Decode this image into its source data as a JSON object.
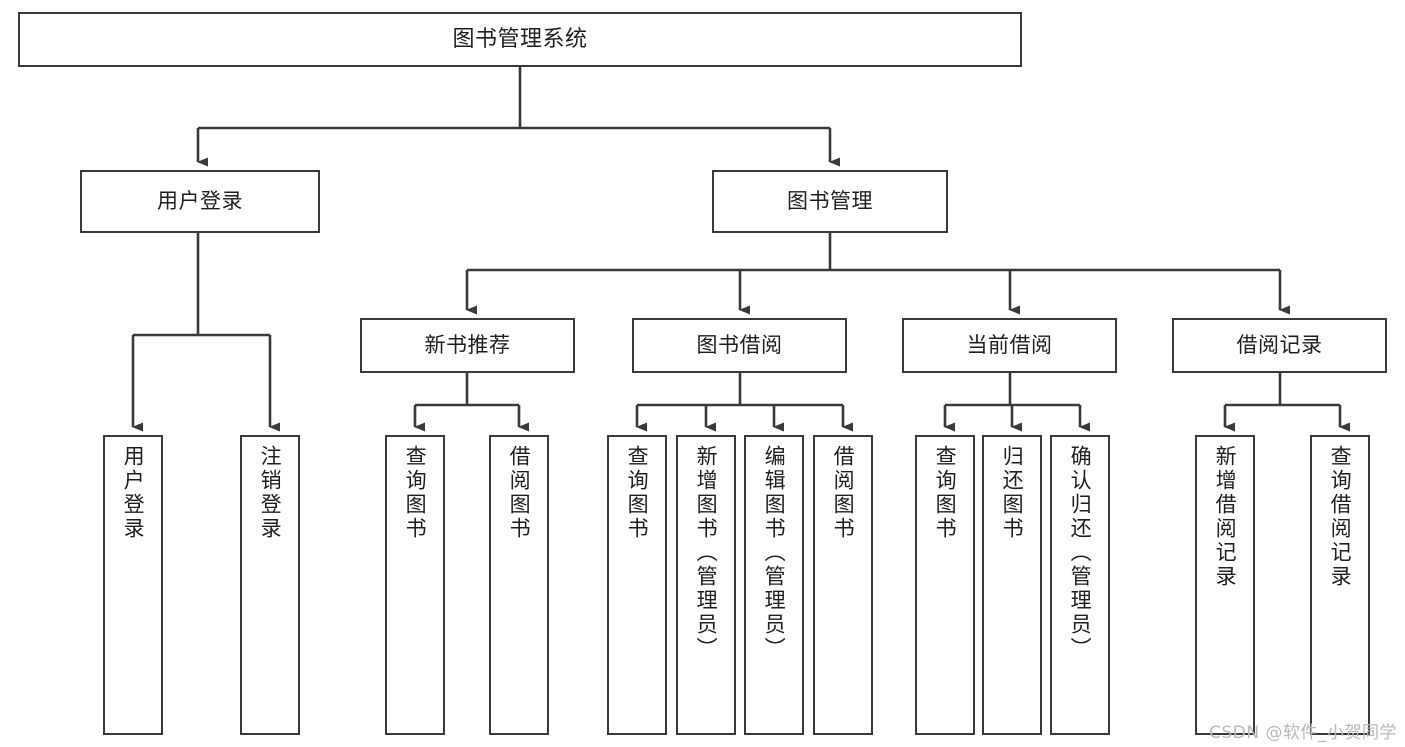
{
  "diagram": {
    "title": "图书管理系统",
    "type": "tree",
    "watermark": "CSDN @软件_小贺同学",
    "colors": {
      "box_border": "#3a3a3a",
      "box_fill": "#ffffff",
      "line": "#3a3a3a",
      "text": "#1f1f1f",
      "watermark": "#b9b9b9",
      "background": "#ffffff"
    },
    "root": {
      "id": "root",
      "label": "图书管理系统"
    },
    "level2": [
      {
        "id": "user-login",
        "label": "用户登录"
      },
      {
        "id": "book-manage",
        "label": "图书管理"
      }
    ],
    "level3": [
      {
        "id": "new-book-recommend",
        "label": "新书推荐",
        "parent": "book-manage"
      },
      {
        "id": "book-borrow",
        "label": "图书借阅",
        "parent": "book-manage"
      },
      {
        "id": "current-borrow",
        "label": "当前借阅",
        "parent": "book-manage"
      },
      {
        "id": "borrow-record",
        "label": "借阅记录",
        "parent": "book-manage"
      }
    ],
    "leaves": {
      "user_login": [
        {
          "id": "leaf-user-login",
          "label": "用户登录"
        },
        {
          "id": "leaf-user-logout",
          "label": "注销登录"
        }
      ],
      "new_book_recommend": [
        {
          "id": "leaf-query-book-1",
          "label": "查询图书"
        },
        {
          "id": "leaf-borrow-book-1",
          "label": "借阅图书"
        }
      ],
      "book_borrow": [
        {
          "id": "leaf-query-book-2",
          "label": "查询图书"
        },
        {
          "id": "leaf-add-book",
          "label": "新增图书（管理员）"
        },
        {
          "id": "leaf-edit-book",
          "label": "编辑图书（管理员）"
        },
        {
          "id": "leaf-borrow-book-2",
          "label": "借阅图书"
        }
      ],
      "current_borrow": [
        {
          "id": "leaf-query-book-3",
          "label": "查询图书"
        },
        {
          "id": "leaf-return-book",
          "label": "归还图书"
        },
        {
          "id": "leaf-confirm-return",
          "label": "确认归还（管理员）"
        }
      ],
      "borrow_record": [
        {
          "id": "leaf-add-record",
          "label": "新增借阅记录"
        },
        {
          "id": "leaf-query-record",
          "label": "查询借阅记录"
        }
      ]
    }
  }
}
